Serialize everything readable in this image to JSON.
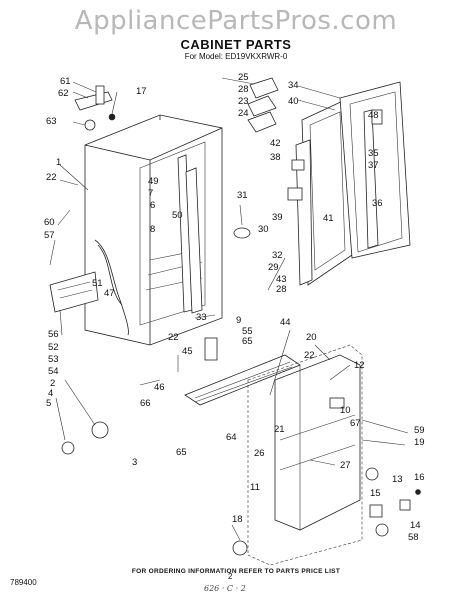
{
  "header": {
    "watermark": "AppliancePartsPros.com",
    "title": "CABINET PARTS",
    "model_line": "For Model: ED19VKXRWR-0"
  },
  "footer": {
    "note": "FOR ORDERING INFORMATION REFER TO PARTS PRICE LIST",
    "document_number": "789400",
    "page_number": "2",
    "handwritten": "626 · C · 2"
  },
  "callouts": [
    "61",
    "62",
    "17",
    "63",
    "25",
    "28",
    "23",
    "24",
    "34",
    "40",
    "48",
    "35",
    "42",
    "38",
    "37",
    "1",
    "22",
    "49",
    "7",
    "6",
    "50",
    "8",
    "60",
    "57",
    "31",
    "30",
    "39",
    "41",
    "36",
    "51",
    "47",
    "32",
    "29",
    "43",
    "28",
    "56",
    "33",
    "9",
    "22",
    "55",
    "65",
    "44",
    "20",
    "52",
    "53",
    "54",
    "2",
    "3",
    "5",
    "45",
    "66",
    "46",
    "4",
    "65",
    "22",
    "12",
    "67",
    "64",
    "21",
    "26",
    "10",
    "59",
    "19",
    "27",
    "11",
    "16",
    "15",
    "13",
    "14",
    "58",
    "18"
  ]
}
